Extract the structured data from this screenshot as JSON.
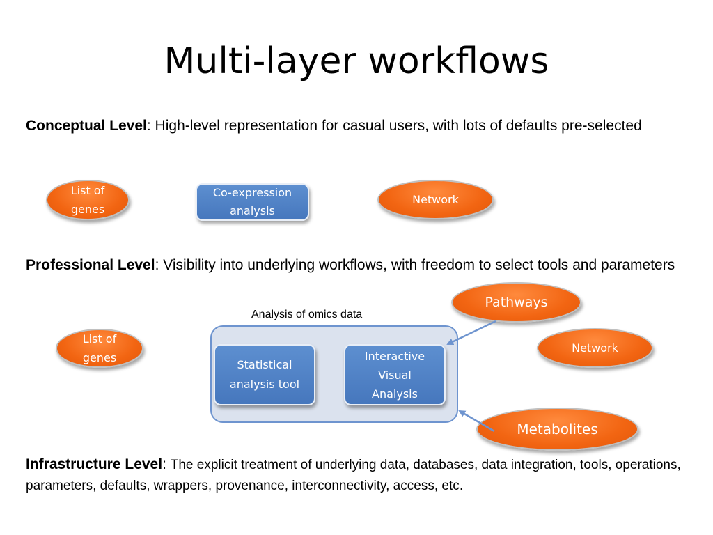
{
  "title": "Multi-layer workflows",
  "conceptual": {
    "heading": "Conceptual Level",
    "text": ": High-level representation for casual users, with lots of defaults pre-selected",
    "nodes": {
      "genes": "List of\ngenes",
      "coexpression": "Co-expression\nanalysis",
      "network": "Network"
    }
  },
  "professional": {
    "heading": "Professional Level",
    "text": ": Visibility into underlying workflows, with freedom to select tools and parameters",
    "container_caption": "Analysis of omics data",
    "nodes": {
      "genes": "List of\ngenes",
      "statistical": "Statistical\nanalysis tool",
      "interactive": "Interactive\nVisual\nAnalysis",
      "pathways": "Pathways",
      "network": "Network",
      "metabolites": "Metabolites"
    }
  },
  "infrastructure": {
    "heading": "Infrastructure Level",
    "colon": ": ",
    "text": "The explicit treatment of underlying data, databases, data integration, tools, operations, parameters, defaults, wrappers, provenance, interconnectivity, access, etc",
    "end": "."
  },
  "colors": {
    "oval_fill": "#f26512",
    "box_fill": "#4f81bd",
    "container_fill": "#dbe2ee",
    "arrow": "#6e94cf"
  }
}
